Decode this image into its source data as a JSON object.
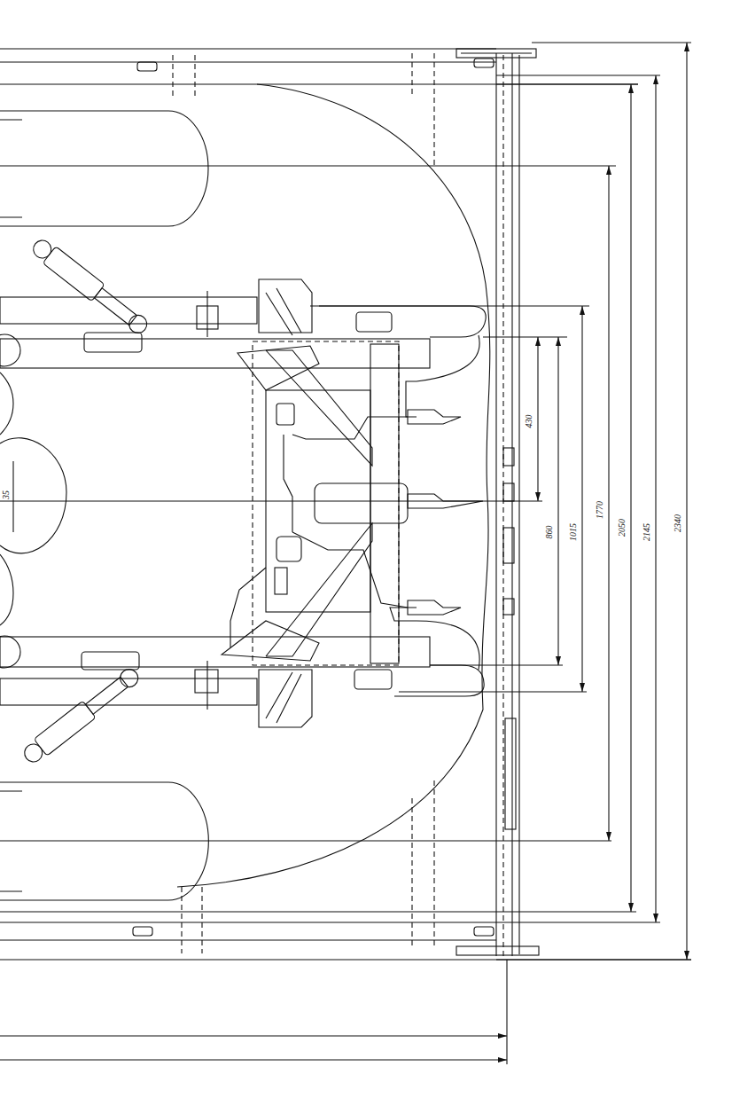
{
  "diagram": {
    "labels": [
      "35",
      "430",
      "860",
      "1015",
      "1770",
      "2050",
      "2145",
      "2340"
    ]
  }
}
